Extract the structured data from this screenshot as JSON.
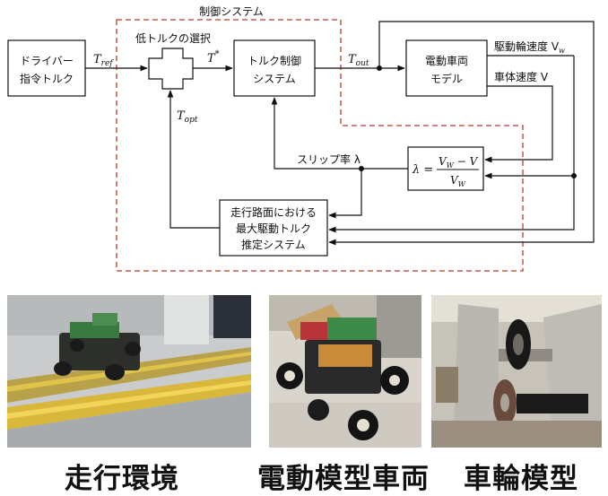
{
  "diagram": {
    "frame_label": "制御システム",
    "driver_block": [
      "ドライバー",
      "指令トルク"
    ],
    "select_label": "低トルクの選択",
    "t_ref": "T",
    "t_ref_sub": "ref",
    "t_star": "T",
    "t_star_sup": "*",
    "t_opt": "T",
    "t_opt_sub": "opt",
    "t_out": "T",
    "t_out_sub": "out",
    "torque_block": [
      "トルク制御",
      "システム"
    ],
    "vehicle_block": [
      "電動車両",
      "モデル"
    ],
    "wheel_speed_label": "駆動輪速度 V",
    "wheel_speed_sub": "w",
    "body_speed_label": "車体速度 V",
    "slip_label": "スリップ率 λ",
    "lambda_lhs": "λ =",
    "lambda_num": "V",
    "lambda_num_sub": "W",
    "lambda_num_rest": " − V",
    "lambda_den": "V",
    "lambda_den_sub": "W",
    "estimator_block": [
      "走行路面における",
      "最大駆動トルク",
      "推定システム"
    ]
  },
  "captions": [
    "走行環境",
    "電動模型車両",
    "車輪模型"
  ],
  "colors": {
    "frame": "#c0392b",
    "line": "#111111"
  }
}
